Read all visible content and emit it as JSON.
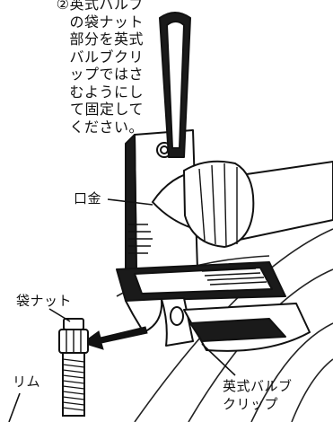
{
  "instruction": {
    "lines": [
      "②英式バルブ",
      "の袋ナット",
      "部分を英式",
      "バルブクリ",
      "ップではさ",
      "むようにし",
      "て固定して",
      "ください。"
    ]
  },
  "labels": {
    "kuchigane": "口金",
    "nut": "袋ナット",
    "rim": "リム",
    "clip": "英式バルブ\nクリップ"
  }
}
